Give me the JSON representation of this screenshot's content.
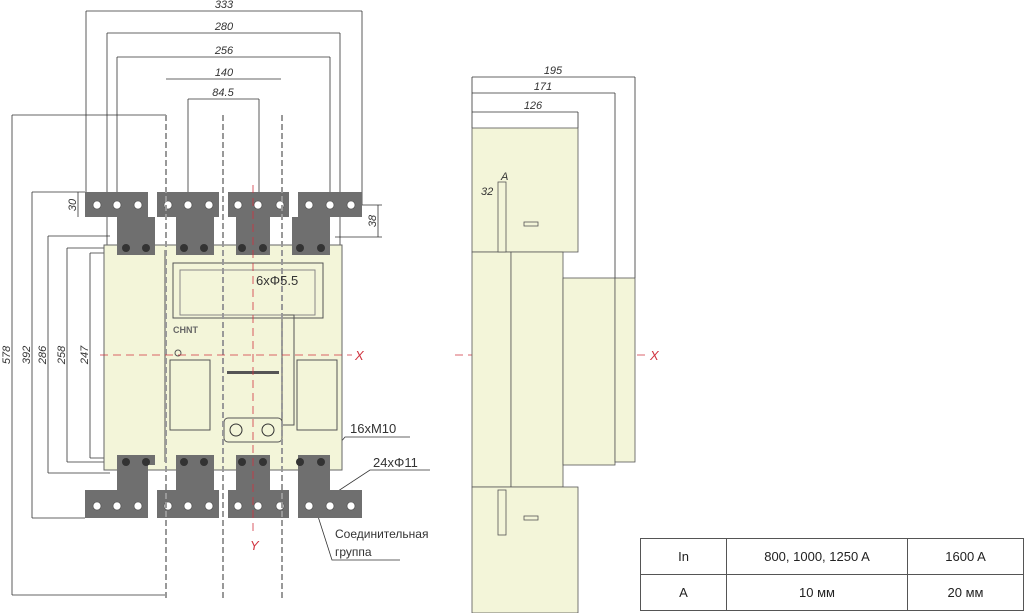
{
  "front_view": {
    "dims_top": [
      "333",
      "280",
      "256",
      "140",
      "84.5"
    ],
    "dims_left": [
      "578",
      "392",
      "286",
      "258",
      "247"
    ],
    "dim_30": "30",
    "dim_38": "38",
    "callout_mount": "6xΦ5.5",
    "callout_bolts": "16xM10",
    "callout_holes": "24xΦ11",
    "callout_group_line1": "Соединительная",
    "callout_group_line2": "группа",
    "axis_x": "X",
    "axis_y": "Y",
    "brand": "CHNT"
  },
  "side_view": {
    "dims_top": [
      "195",
      "171",
      "126"
    ],
    "dim_32": "32",
    "label_a": "A",
    "axis_x": "X"
  },
  "colors": {
    "body": "#f3f5d9",
    "busbar": "#6f6f6f",
    "axis": "#d0333f"
  },
  "spec_table": {
    "rows": [
      [
        "In",
        "800, 1000, 1250 A",
        "1600 A"
      ],
      [
        "A",
        "10 мм",
        "20 мм"
      ]
    ]
  }
}
